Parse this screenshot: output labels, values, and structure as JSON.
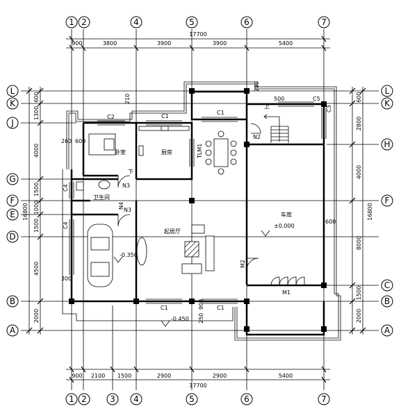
{
  "axes": {
    "top": [
      "1",
      "2",
      "4",
      "5",
      "6",
      "7"
    ],
    "bottom": [
      "1",
      "2",
      "3",
      "4",
      "5",
      "6",
      "7"
    ],
    "left": [
      "L",
      "K",
      "J",
      "G",
      "F",
      "E",
      "D",
      "B",
      "A"
    ],
    "right": [
      "L",
      "K",
      "H",
      "F",
      "C",
      "B",
      "A"
    ]
  },
  "dims": {
    "top_total": "17700",
    "top": [
      "900",
      "3800",
      "3900",
      "3900",
      "5400"
    ],
    "bottom_total": "17700",
    "bottom": [
      "900",
      "2100",
      "1500",
      "2900",
      "2900",
      "5400"
    ],
    "left_total": "16800",
    "left": [
      "600",
      "1300",
      "4000",
      "1500",
      "1000",
      "1500",
      "4500",
      "2000"
    ],
    "right_total": "16800",
    "right": [
      "600",
      "2800",
      "4000",
      "8000",
      "1500",
      "2000"
    ]
  },
  "rooms": {
    "bedroom": "卧室",
    "kitchen": "厨房",
    "bathroom": "卫生间",
    "hall": "起居厅",
    "garage": "车库"
  },
  "labels": {
    "c1": "C1",
    "c2": "C2",
    "c3": "C3",
    "c4": "C4",
    "c5": "C5",
    "m1": "M1",
    "m2": "M2",
    "n2": "N2",
    "n3": "N3",
    "n4": "N4",
    "tlm1": "TLM1",
    "up": "上",
    "dn": "下",
    "lvl_0": "±0.000",
    "lvl_350": "-0.350",
    "lvl_450": "-0.450",
    "d900": "900",
    "d280": "280",
    "d260": "260",
    "d500": "500",
    "d600": "600",
    "d300": "300",
    "d250": "250",
    "d210": "210"
  }
}
